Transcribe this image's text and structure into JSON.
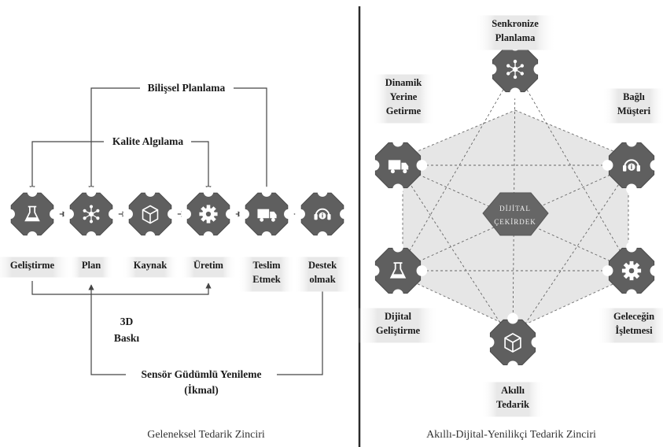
{
  "colors": {
    "node": "#5f5f5f",
    "node_dark": "#4a4a4a",
    "icon": "#ffffff",
    "line": "#444444",
    "divider": "#2b2b2b",
    "hex_fill": "#e6e6e6",
    "core_fill": "#6a6a6a",
    "label_box": "#eeeeee"
  },
  "left": {
    "top_feedback_1": "Bilişsel Planlama",
    "top_feedback_2": "Kalite Algılama",
    "process": [
      {
        "icon": "flask-icon",
        "label_lines": [
          "Geliştirme"
        ]
      },
      {
        "icon": "network-icon",
        "label_lines": [
          "Plan"
        ]
      },
      {
        "icon": "box-icon",
        "label_lines": [
          "Kaynak"
        ]
      },
      {
        "icon": "gear-icon",
        "label_lines": [
          "Üretim"
        ]
      },
      {
        "icon": "truck-icon",
        "label_lines": [
          "Teslim",
          "Etmek"
        ]
      },
      {
        "icon": "headset-icon",
        "label_lines": [
          "Destek",
          "olmak"
        ]
      }
    ],
    "bottom_3d_1": "3D",
    "bottom_3d_2": "Baskı",
    "bottom_feedback_1": "Sensör Güdümlü Yenileme",
    "bottom_feedback_2": "(İkmal)",
    "caption": "Geleneksel Tedarik Zinciri"
  },
  "right": {
    "core_1": "DİJİTAL",
    "core_2": "ÇEKİRDEK",
    "nodes": [
      {
        "icon": "network-icon",
        "label_lines": [
          "Senkronize",
          "Planlama"
        ]
      },
      {
        "icon": "headset-icon",
        "label_lines": [
          "Bağlı",
          "Müşteri"
        ]
      },
      {
        "icon": "gear-icon",
        "label_lines": [
          "Geleceğin",
          "İşletmesi"
        ]
      },
      {
        "icon": "box-icon",
        "label_lines": [
          "Akıllı",
          "Tedarik"
        ]
      },
      {
        "icon": "flask-icon",
        "label_lines": [
          "Dijital",
          "Geliştirme"
        ]
      },
      {
        "icon": "truck-icon",
        "label_lines": [
          "Dinamik",
          "Yerine",
          "Getirme"
        ]
      }
    ],
    "caption": "Akıllı-Dijital-Yenilikçi Tedarik Zinciri"
  }
}
